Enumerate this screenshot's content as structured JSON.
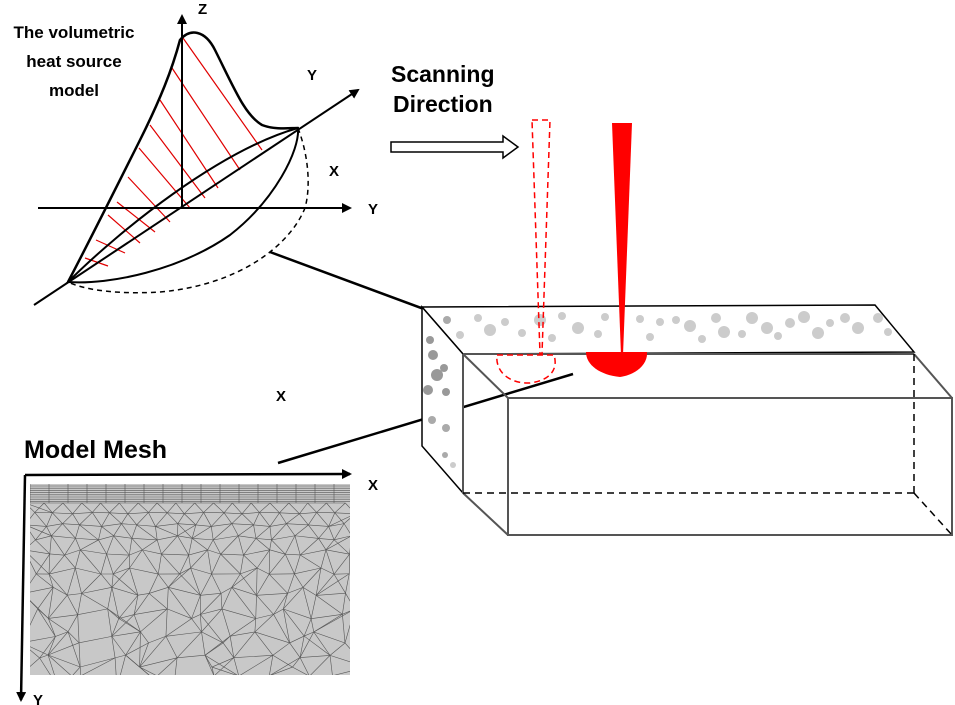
{
  "heat_source": {
    "title_lines": [
      "The volumetric",
      "heat source",
      "model"
    ],
    "axis_labels": {
      "z": "Z",
      "y_diag": "Y",
      "x_mid": "X",
      "y_horiz": "Y"
    }
  },
  "scanning": {
    "title_lines": [
      "Scanning",
      "Direction"
    ],
    "arrow_icon": "hollow-right-arrow-icon"
  },
  "workpiece": {
    "laser_current_color": "#ff0000",
    "laser_previous_style": "dashed-red",
    "powder_color": "#c8c8c8",
    "axis_label_x": "X"
  },
  "mesh": {
    "title": "Model Mesh",
    "axis_labels": {
      "x": "X",
      "y": "Y"
    },
    "fill_color": "#c8c8c8",
    "line_color": "#555555"
  },
  "colors": {
    "accent_red": "#ff0000",
    "hatch_red": "#e00000",
    "outline": "#000000",
    "box_edge": "#555555"
  }
}
